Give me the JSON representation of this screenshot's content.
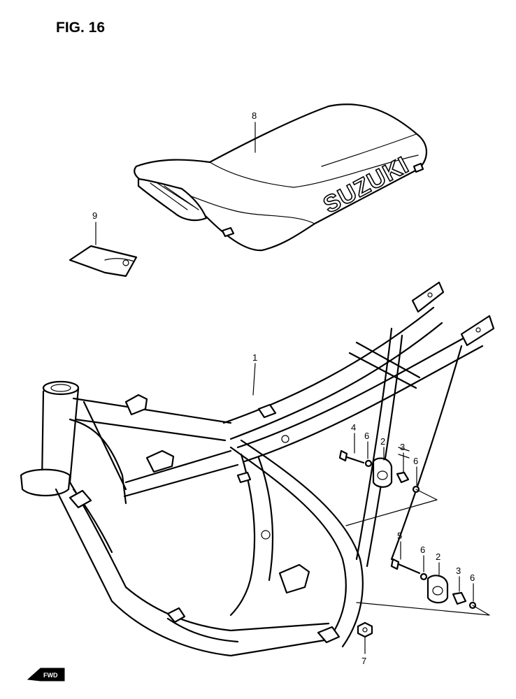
{
  "figure": {
    "title": "FIG. 16"
  },
  "seat": {
    "logo_text": "SUZUKI"
  },
  "callouts": {
    "frame": "1",
    "cushion_upper": "2",
    "cushion_lower": "2",
    "spacer_upper": "3",
    "spacer_lower": "3",
    "bolt_upper": "4",
    "bolt_lower": "5",
    "washer_a": "6",
    "washer_b": "6",
    "washer_c": "6",
    "washer_d": "6",
    "nut": "7",
    "seat": "8",
    "bracket": "9"
  },
  "front_arrow": {
    "label": "FWD",
    "icon": "front-direction-arrow-icon"
  }
}
